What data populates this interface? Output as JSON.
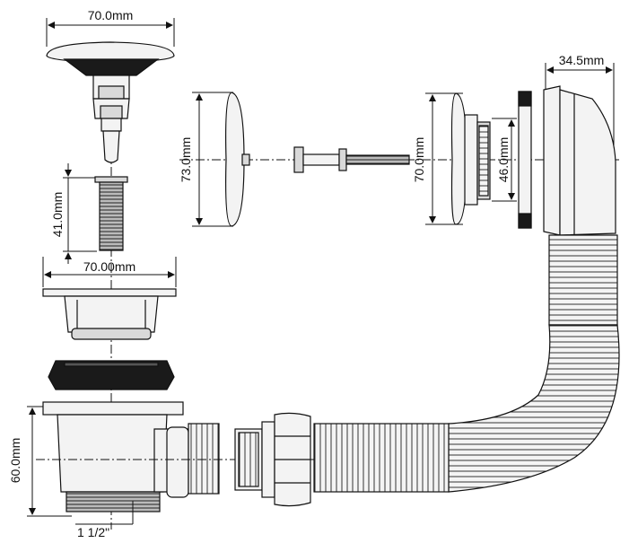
{
  "dimensions": {
    "top_cap_width": "70.0mm",
    "bolt_length": "41.0mm",
    "strainer_width": "70.00mm",
    "trap_height": "60.0mm",
    "thread_size": "1 1/2\"",
    "overflow_plate_height": "73.0mm",
    "overflow_body_height": "70.0mm",
    "overflow_inner_height": "46.0mm",
    "overflow_depth": "34.5mm"
  },
  "colors": {
    "outline": "#111111",
    "metal_light": "#f3f3f3",
    "metal_mid": "#d9d9d9",
    "rubber": "#1a1a1a"
  }
}
